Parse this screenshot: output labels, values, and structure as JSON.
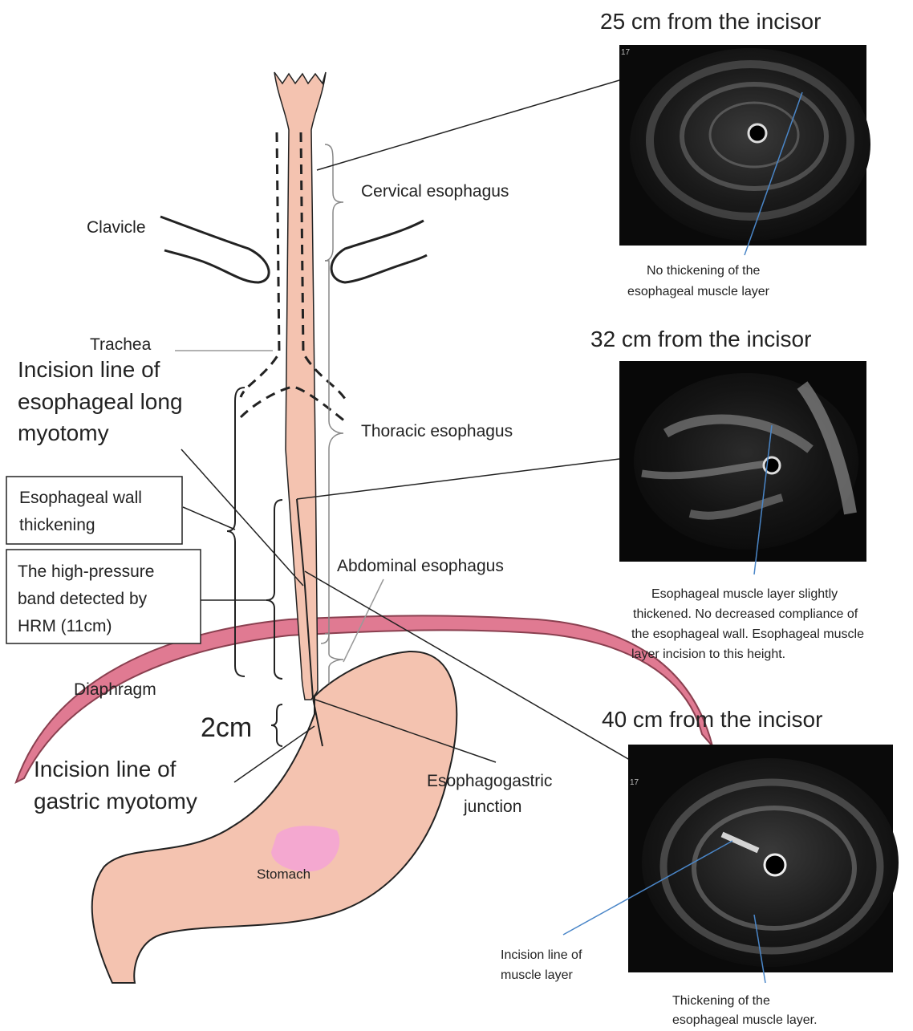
{
  "anatomy": {
    "cervical": "Cervical esophagus",
    "thoracic": "Thoracic esophagus",
    "abdominal": "Abdominal esophagus",
    "clavicle": "Clavicle",
    "trachea": "Trachea",
    "diaphragm": "Diaphragm",
    "stomach": "Stomach",
    "egj_line1": "Esophagogastric",
    "egj_line2": "junction"
  },
  "annotations": {
    "long_myotomy": [
      "Incision line of",
      "esophageal long",
      "myotomy"
    ],
    "wall_thickening": [
      "Esophageal wall",
      "thickening"
    ],
    "hrm_band": [
      "The high-pressure",
      "band detected by",
      "HRM (11cm)"
    ],
    "two_cm": "2cm",
    "gastric_myotomy": [
      "Incision line of",
      "gastric myotomy"
    ]
  },
  "eus_panels": [
    {
      "title": "25 cm from the incisor",
      "corner_tag": "17",
      "caption": [
        "No thickening of the",
        "esophageal muscle layer"
      ]
    },
    {
      "title": "32 cm from the incisor",
      "caption": [
        "Esophageal muscle layer slightly",
        "thickened. No decreased compliance of",
        "the esophageal wall.  Esophageal muscle",
        "layer incision to this height."
      ]
    },
    {
      "title": "40 cm from the incisor",
      "corner_tag": "17",
      "side_label": [
        "Incision line of",
        "muscle layer"
      ],
      "caption": [
        "Thickening of the",
        "esophageal muscle layer."
      ]
    }
  ],
  "colors": {
    "esophagus": "#f4c3b0",
    "stomach": "#f4c3b0",
    "diaphragm": "#e07a92",
    "pink_spot": "#f4a8d0",
    "pointer_blue": "#4a86c8",
    "ultrasound_bg": "#0d0d0d"
  }
}
